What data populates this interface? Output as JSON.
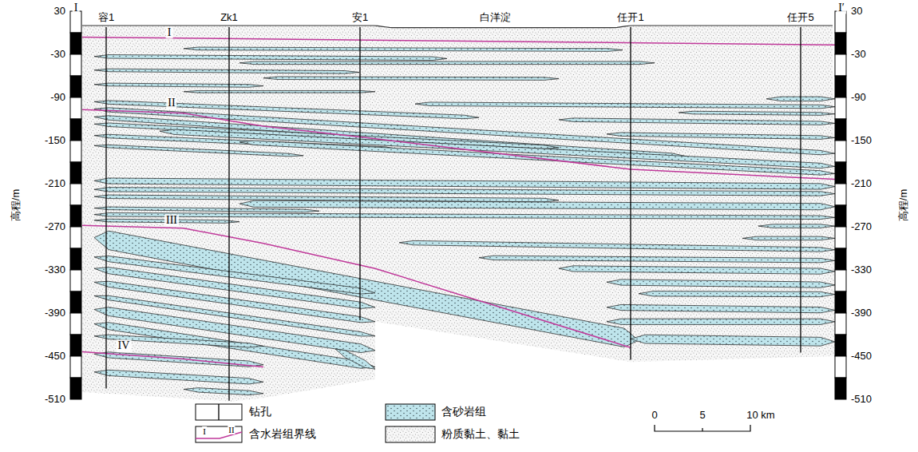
{
  "diagram": {
    "labels": [
      "I",
      "I′",
      "30",
      "-30",
      "-90",
      "-150",
      "-210",
      "-270",
      "-330",
      "-390",
      "-450",
      "-510",
      "高程/m",
      "30",
      "-30",
      "-90",
      "-150",
      "-210",
      "-270",
      "-330",
      "-390",
      "-450",
      "-510",
      "高程/m",
      "容1",
      "Zk1",
      "安1",
      "白洋淀",
      "任开1",
      "任开5",
      "I",
      "II",
      "III",
      "IV",
      "I",
      "II",
      "0",
      "5",
      "10 km"
    ],
    "legend": [
      {
        "text": "钻孔"
      },
      {
        "text": "含水岩组界线"
      },
      {
        "text": "含砂岩组",
        "color": "#bfe5ec"
      },
      {
        "text": "粉质黏土、黏土"
      }
    ]
  }
}
